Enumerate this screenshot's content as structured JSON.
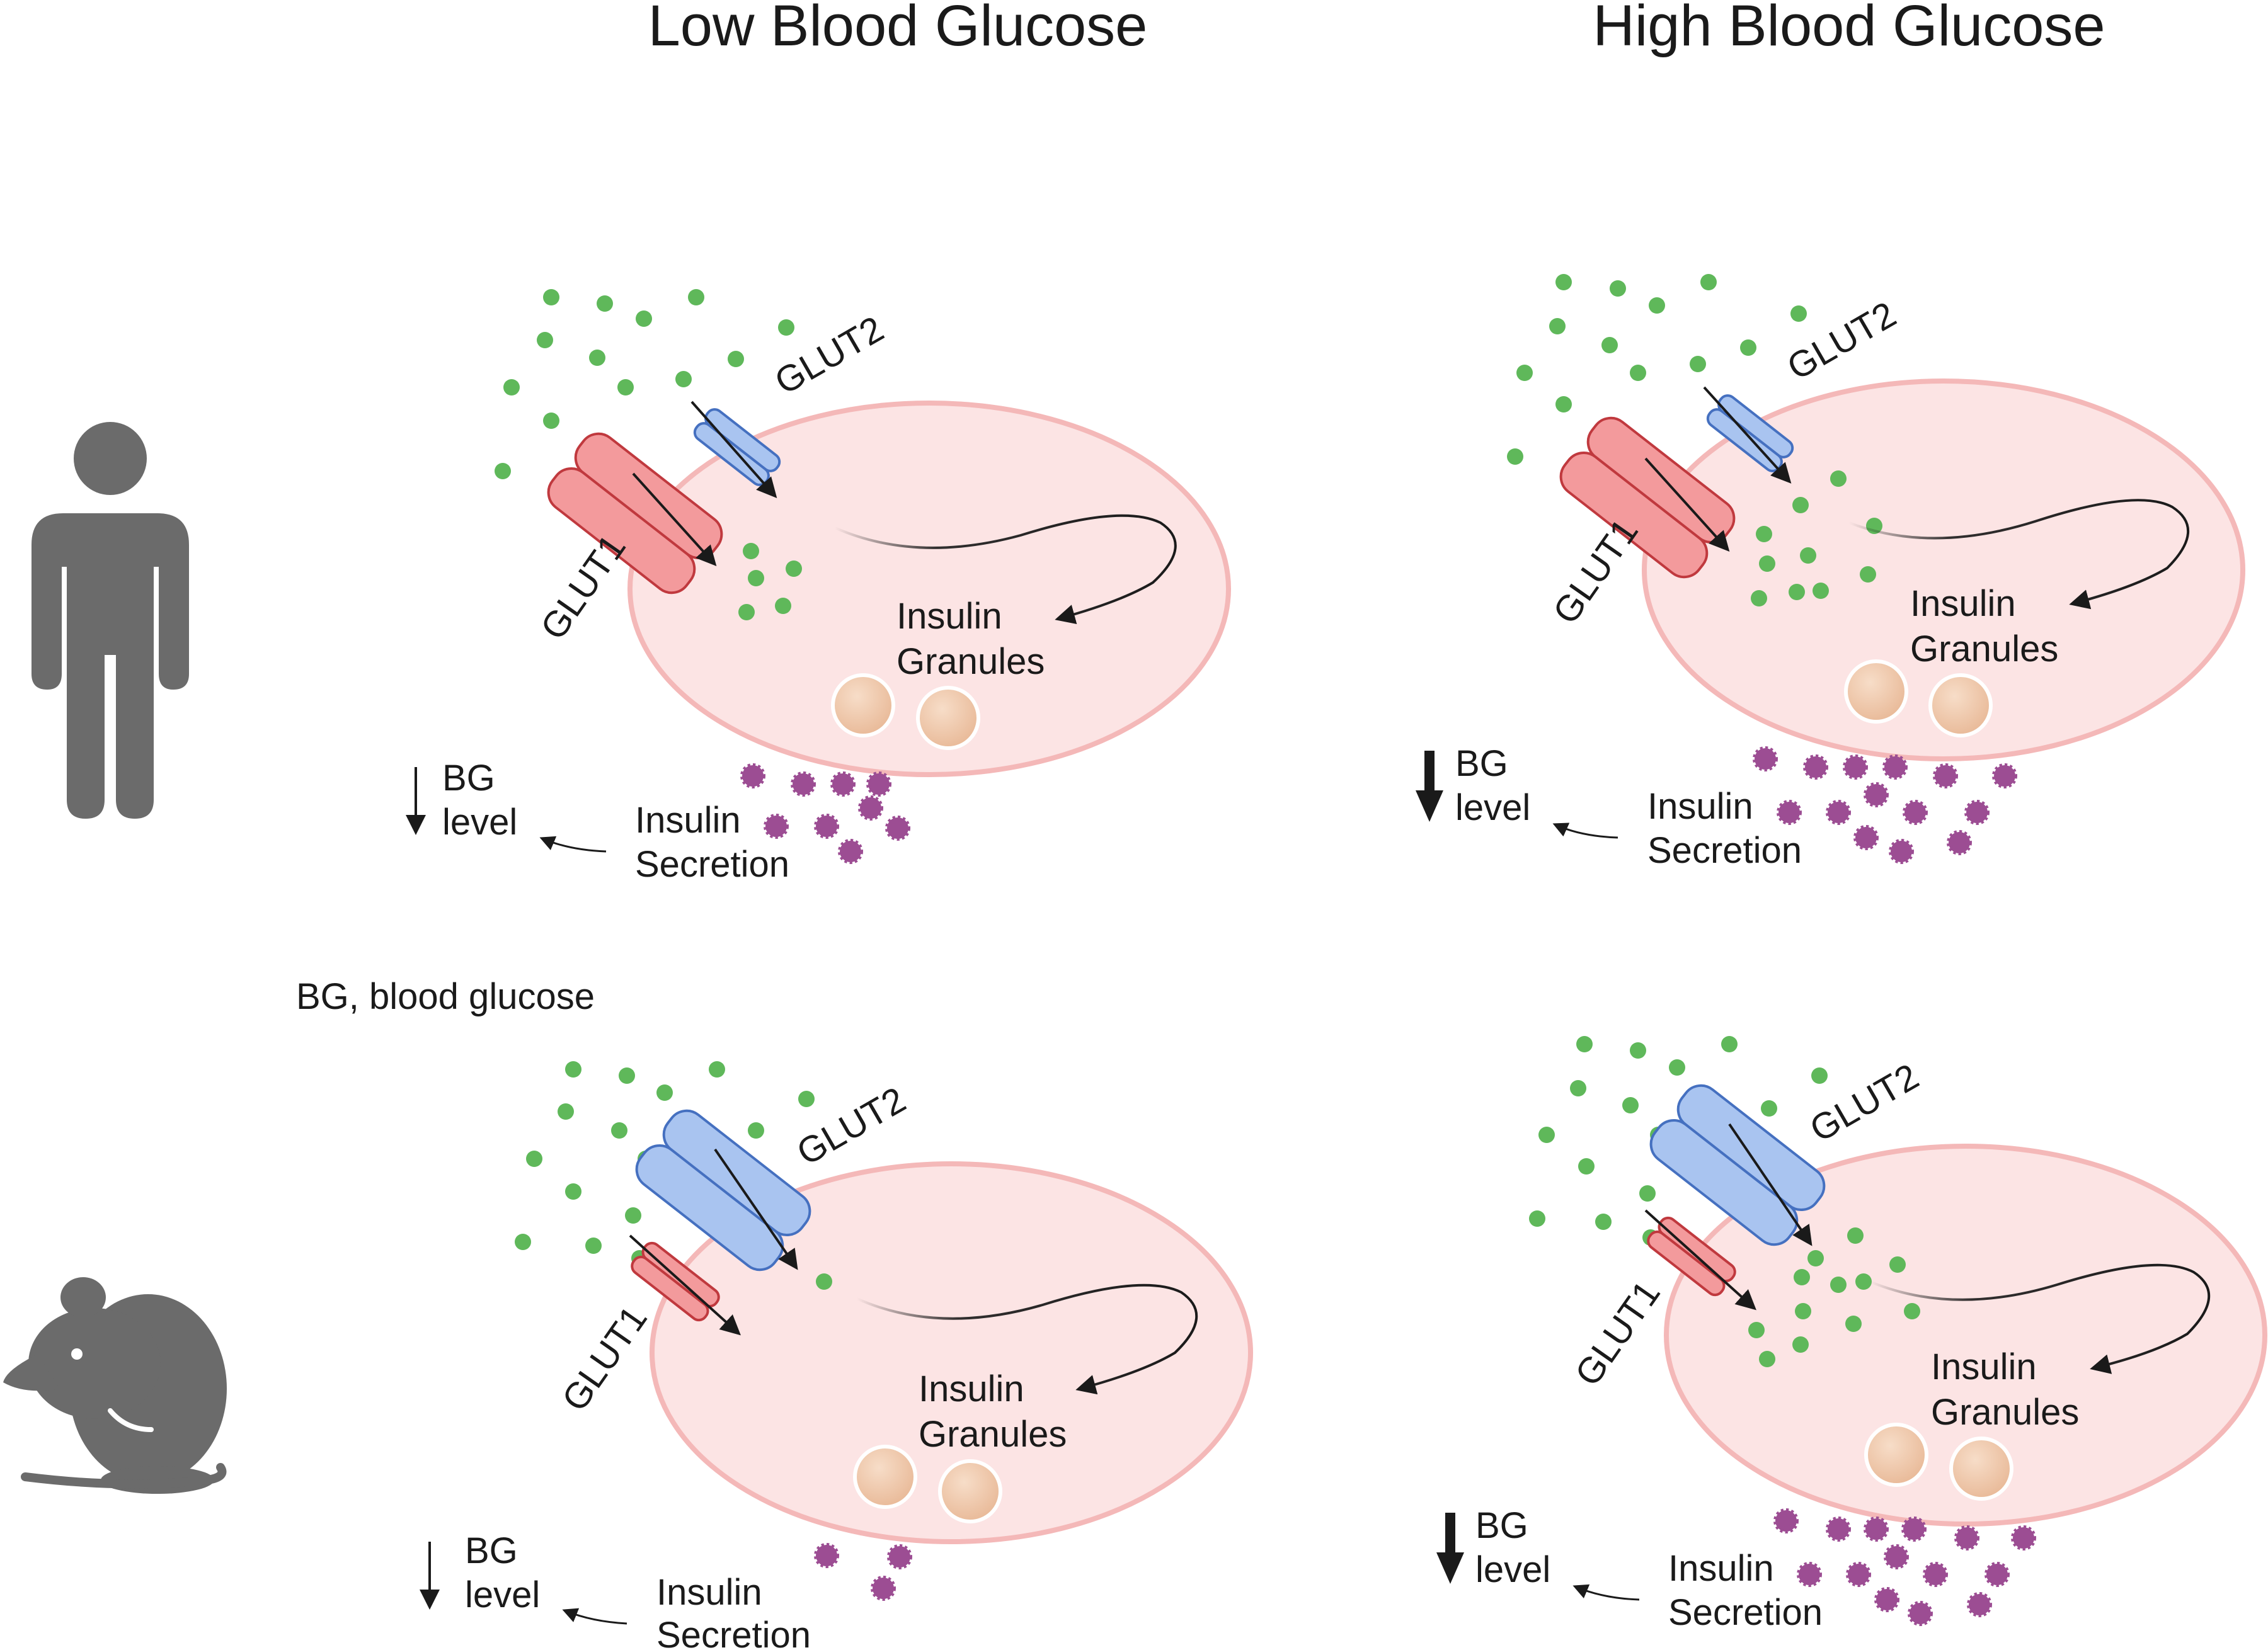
{
  "headers": {
    "low": "Low Blood Glucose",
    "high": "High Blood Glucose"
  },
  "footnote": "BG, blood glucose",
  "organisms": {
    "top": "human-silhouette",
    "bottom": "mouse-silhouette"
  },
  "labels": {
    "glut1": "GLUT1",
    "glut2": "GLUT2",
    "granules_line1": "Insulin",
    "granules_line2": "Granules",
    "secretion_line1": "Insulin",
    "secretion_line2": "Secretion",
    "bg_line1": "BG",
    "bg_line2": "level"
  },
  "colors": {
    "cell_fill": "#fce4e4",
    "cell_stroke": "#f4b8b8",
    "glucose": "#5fb85a",
    "glut1": "#f39a9c",
    "glut2": "#a9c4f0",
    "insulin": "#9c4d93",
    "granule": "#f0c8a8",
    "silhouette": "#6b6b6b"
  }
}
